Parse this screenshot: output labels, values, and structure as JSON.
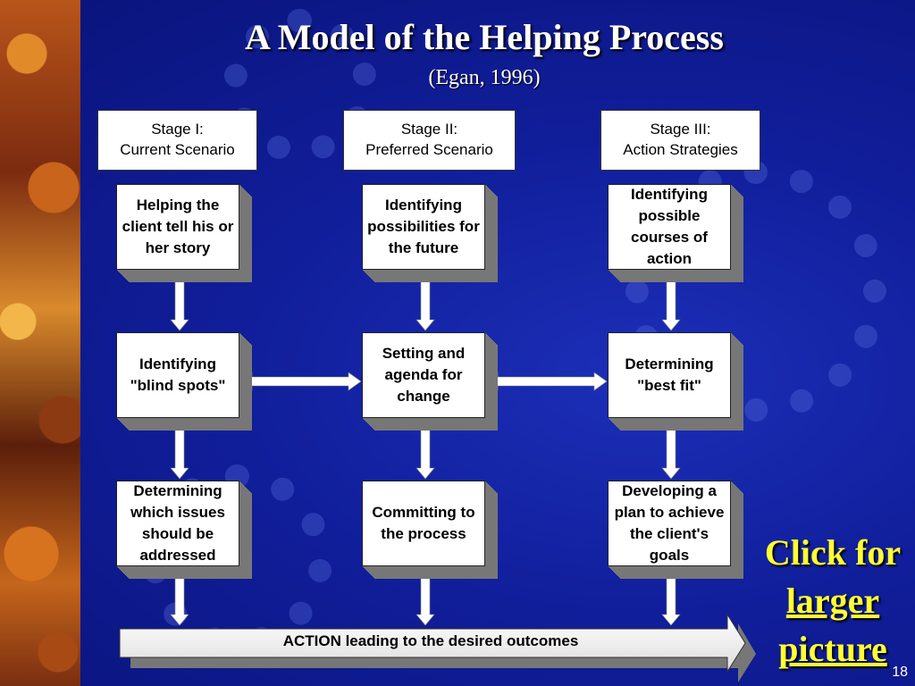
{
  "title": "A Model of the Helping Process",
  "subtitle": "(Egan, 1996)",
  "stages": [
    {
      "line1": "Stage I:",
      "line2": "Current Scenario"
    },
    {
      "line1": "Stage II:",
      "line2": "Preferred Scenario"
    },
    {
      "line1": "Stage III:",
      "line2": "Action Strategies"
    }
  ],
  "boxes": [
    [
      "Helping the client tell his or her story",
      "Identifying possibilities for the future",
      "Identifying possible courses of action"
    ],
    [
      "Identifying \"blind spots\"",
      "Setting and agenda for change",
      "Determining \"best fit\""
    ],
    [
      "Determining which issues should be addressed",
      "Committing to the process",
      "Developing a plan to achieve the client's goals"
    ]
  ],
  "action_label": "ACTION leading to the desired outcomes",
  "click": {
    "line1": "Click for",
    "line2": "larger",
    "line3": "picture"
  },
  "page_number": "18",
  "colors": {
    "background": "#101e9a",
    "click_text": "#ffff33",
    "box_shadow": "#777777"
  }
}
